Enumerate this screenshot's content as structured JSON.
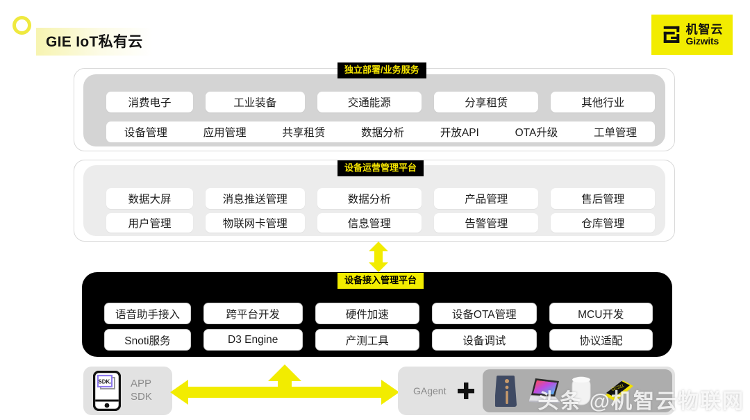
{
  "header": {
    "title": "GIE IoT私有云",
    "ring_color": "#efe93f",
    "highlight_color": "#f4f096"
  },
  "logo": {
    "cn": "机智云",
    "en": "Gizwits",
    "background": "#f2ec00"
  },
  "sections": [
    {
      "id": "independent-deployment",
      "badge": "独立部署/业务服务",
      "badge_style": "black",
      "panel_color": "#d4d4d4",
      "row1": [
        "消费电子",
        "工业装备",
        "交通能源",
        "分享租赁",
        "其他行业"
      ],
      "row2_merged": [
        "设备管理",
        "应用管理",
        "共享租赁",
        "数据分析",
        "开放API",
        "OTA升级",
        "工单管理"
      ]
    },
    {
      "id": "device-operation-platform",
      "badge": "设备运营管理平台",
      "badge_style": "black",
      "panel_color": "#ececec",
      "row1": [
        "数据大屏",
        "消息推送管理",
        "数据分析",
        "产品管理",
        "售后管理"
      ],
      "row2": [
        "用户管理",
        "物联网卡管理",
        "信息管理",
        "告警管理",
        "仓库管理"
      ]
    },
    {
      "id": "device-access-platform",
      "badge": "设备接入管理平台",
      "badge_style": "yellow",
      "panel_color": "#000000",
      "row1": [
        "语音助手接入",
        "跨平台开发",
        "硬件加速",
        "设备OTA管理",
        "MCU开发"
      ],
      "row2": [
        "Snoti服务",
        "D3 Engine",
        "产测工具",
        "设备调试",
        "协议适配"
      ]
    }
  ],
  "bottom": {
    "sdk_card": {
      "icon_text": "SDK.",
      "line1": "APP",
      "line2": "SDK"
    },
    "gagent_card": {
      "label": "GAgent",
      "plus": "+"
    },
    "devices": [
      "appliance",
      "laptop",
      "smart-speaker",
      "module-board"
    ]
  },
  "arrows": {
    "color": "#f2ec00",
    "middle_vertical": "double-headed-vertical",
    "bottom_horizontal": "double-headed-horizontal",
    "bottom_vertical": "up-arrow"
  },
  "watermark": "头条 @机智云物联网"
}
